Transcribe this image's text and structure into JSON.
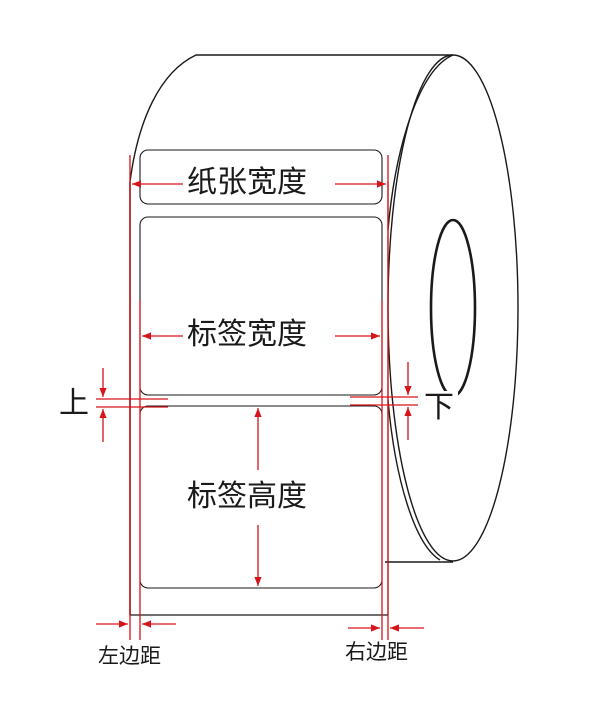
{
  "labels": {
    "paper_width": "纸张宽度",
    "label_width": "标签宽度",
    "label_height": "标签高度",
    "top_gap": "上",
    "bottom_gap": "下",
    "left_margin": "左边距",
    "right_margin": "右边距"
  },
  "colors": {
    "outline": "#1a1a1a",
    "dimension": "#d7141a",
    "background": "#ffffff"
  }
}
